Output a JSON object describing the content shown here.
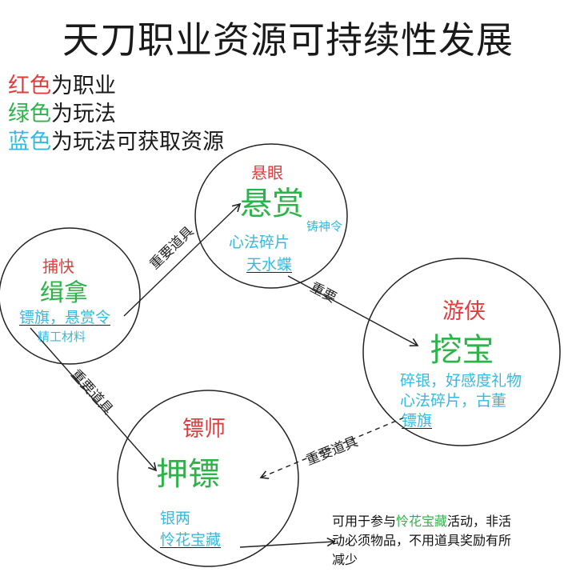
{
  "title": "天刀职业资源可持续性发展",
  "legend": {
    "red_key": "红色",
    "red_text": "为职业",
    "green_key": "绿色",
    "green_text": "为玩法",
    "blue_key": "蓝色",
    "blue_text": "为玩法可获取资源"
  },
  "colors": {
    "profession": "#e23b3b",
    "gameplay": "#2db34a",
    "resource": "#35b9de"
  },
  "nodes": {
    "bounty": {
      "profession": "悬眼",
      "gameplay": "悬赏",
      "resource_tag": "铸神令",
      "resources": [
        "心法碎片",
        "天水蝶"
      ]
    },
    "catcher": {
      "profession": "捕快",
      "gameplay": "缉拿",
      "resources_line1": "镖旗，悬赏令",
      "resources_line2": "精工材料"
    },
    "wanderer": {
      "profession": "游侠",
      "gameplay": "挖宝",
      "resources": [
        "碎银，好感度礼物",
        "心法碎片，古董",
        "镖旗"
      ]
    },
    "escort": {
      "profession": "镖师",
      "gameplay": "押镖",
      "resources": [
        "银两",
        "怜花宝藏"
      ]
    }
  },
  "edges": {
    "catcher_to_bounty": "重要道具",
    "bounty_to_wanderer": "重要",
    "catcher_to_escort": "重要道具",
    "wanderer_to_escort": "重要道具"
  },
  "note": {
    "prefix": "可用于参与",
    "highlight": "怜花宝藏",
    "suffix": "活动，非活",
    "line2": "动必须物品，不用道具奖励有所",
    "line3": "减少"
  }
}
